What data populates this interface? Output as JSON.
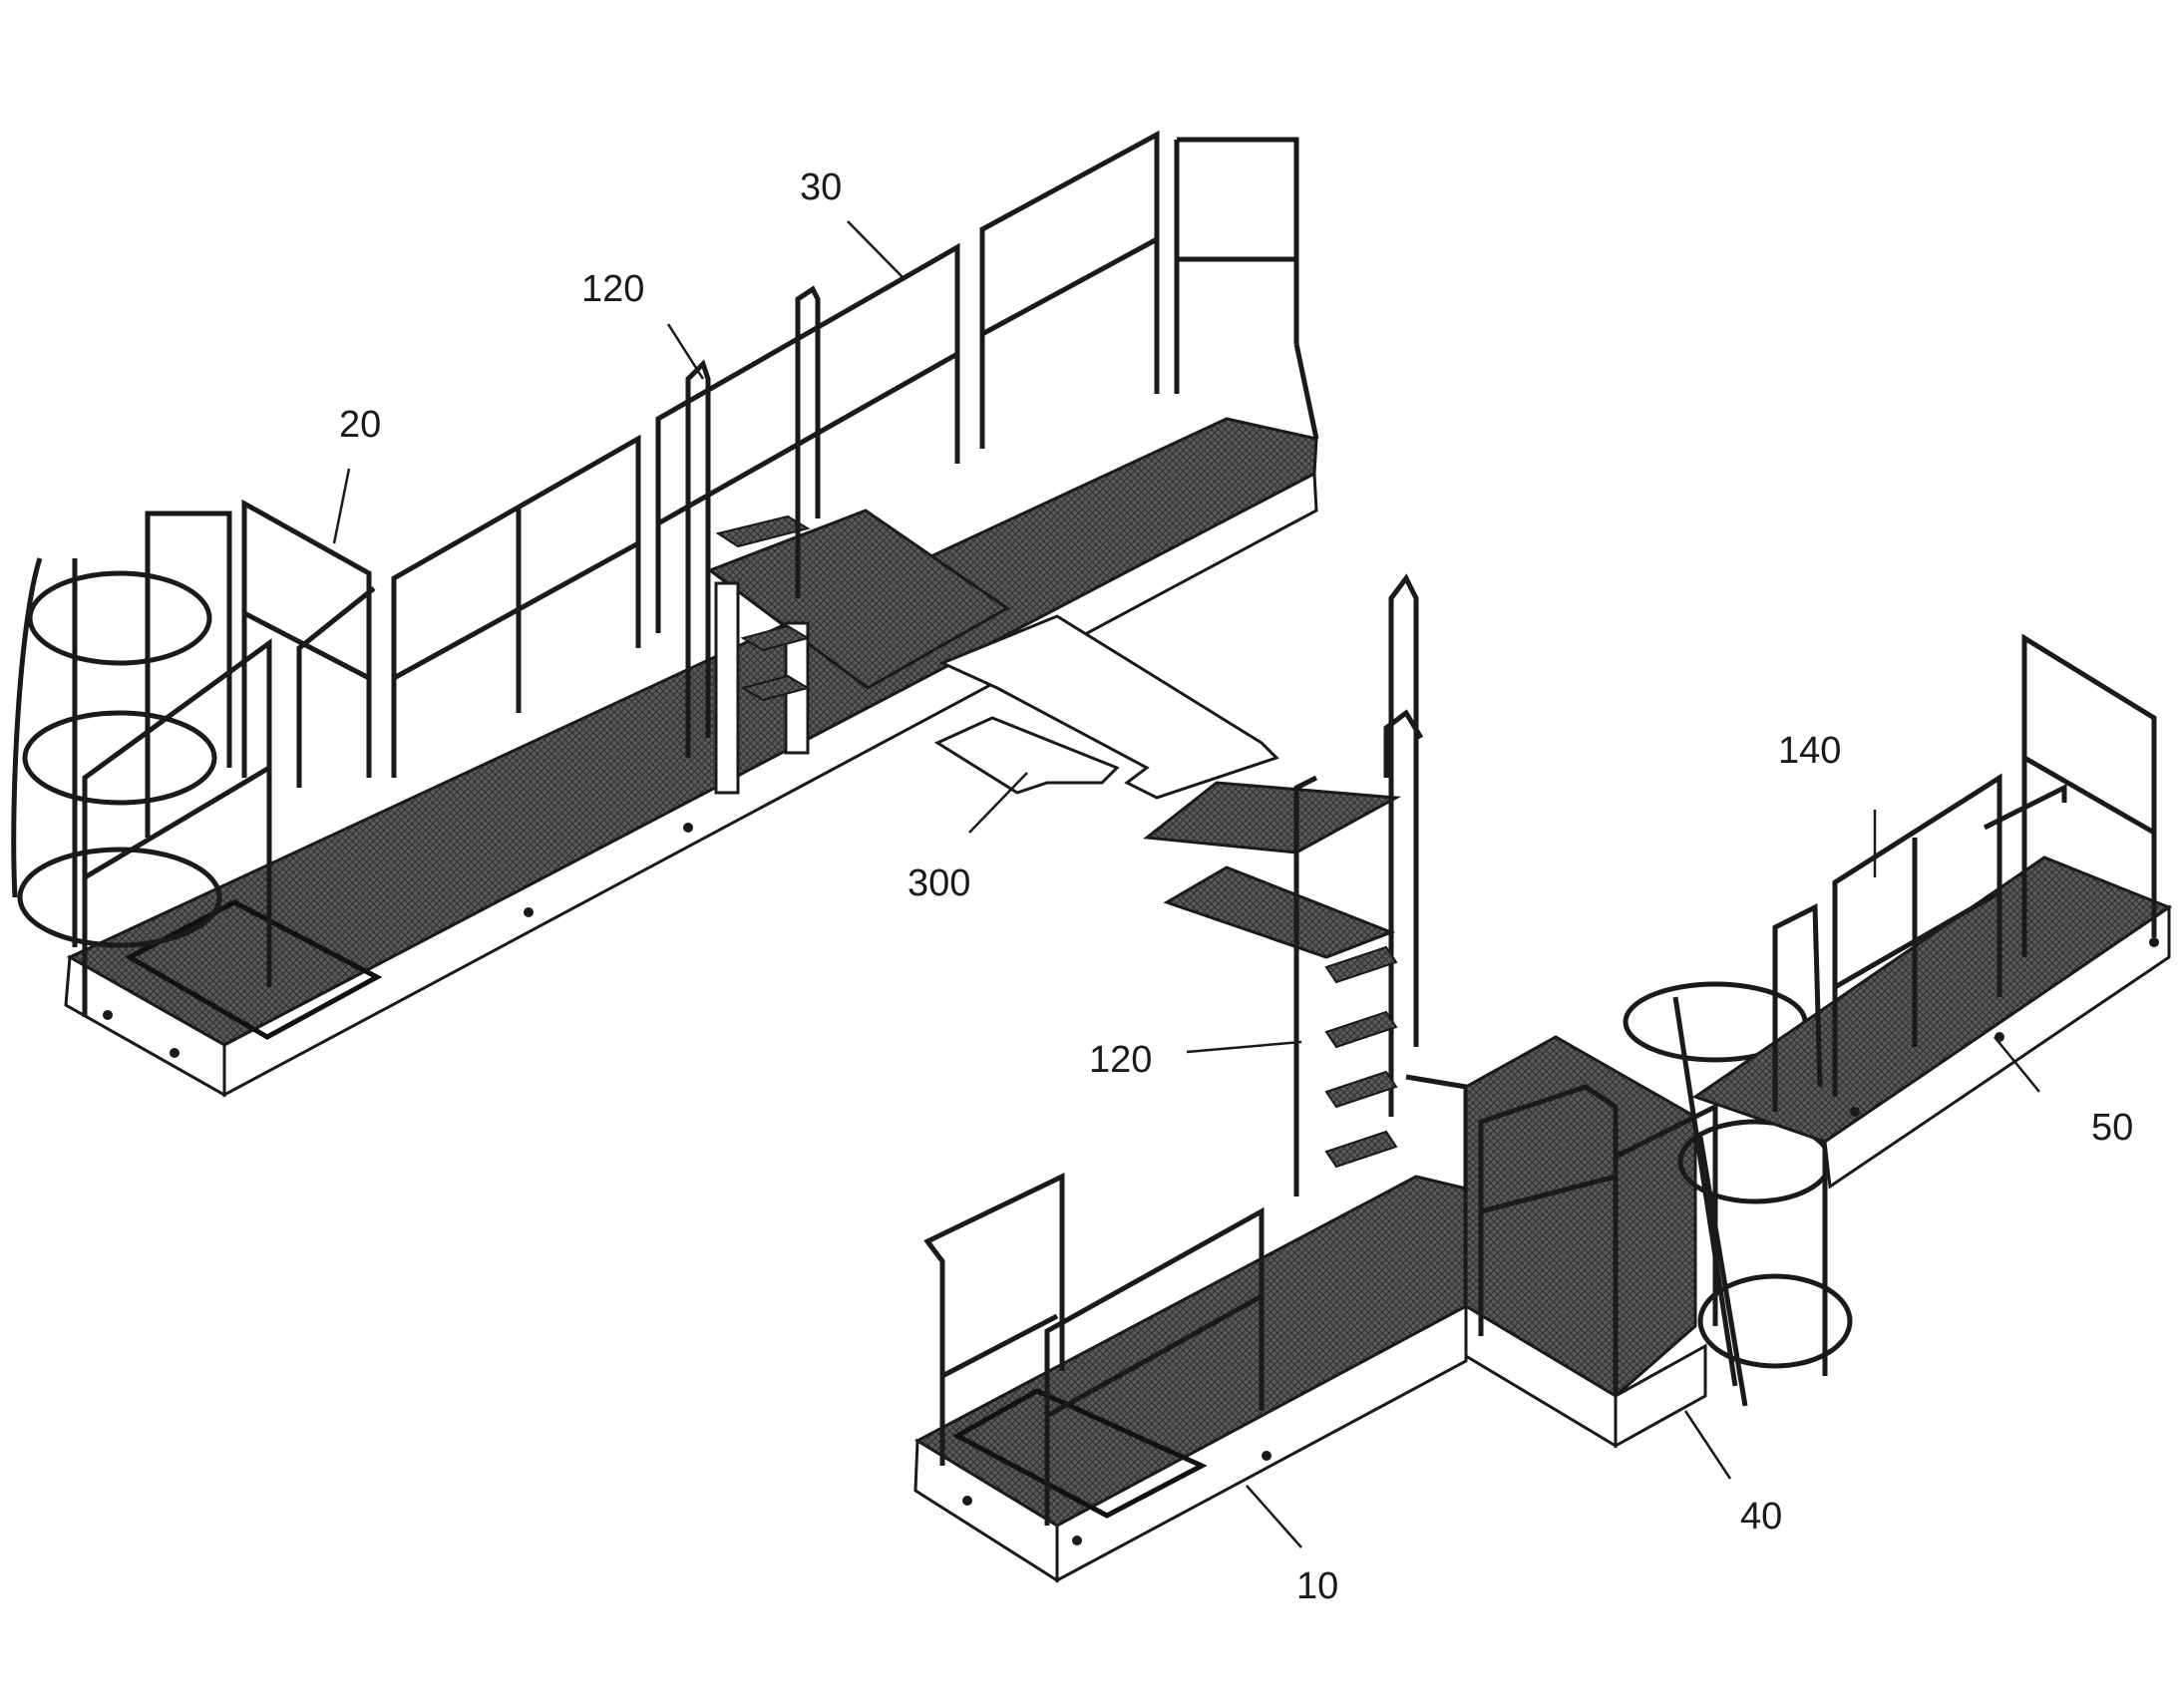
{
  "figure": {
    "labels": {
      "l10": "10",
      "l20": "20",
      "l30": "30",
      "l40": "40",
      "l50": "50",
      "l120a": "120",
      "l120b": "120",
      "l140": "140",
      "l300": "300"
    }
  },
  "style": {
    "ink": "#1a1a1a",
    "grating": "#4a4a4a",
    "paper": "#ffffff"
  }
}
